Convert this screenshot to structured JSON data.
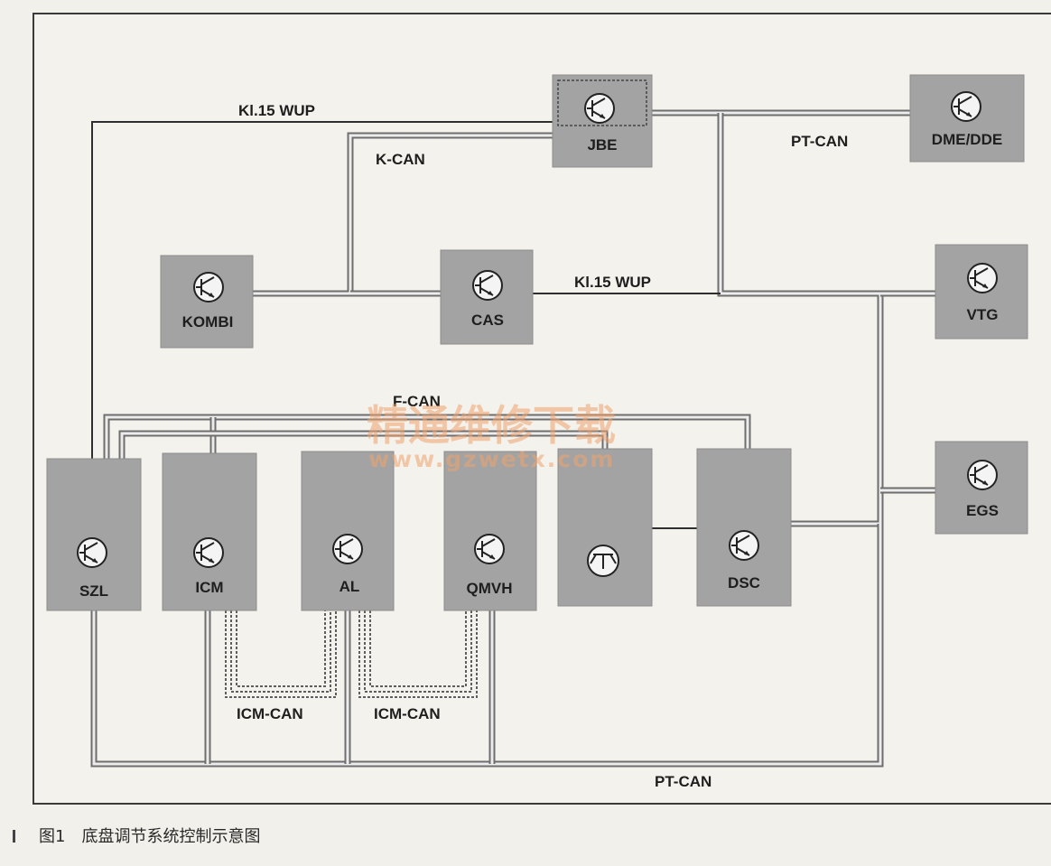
{
  "ecus": {
    "jbe": "JBE",
    "dme": "DME/DDE",
    "kombi": "KOMBI",
    "cas": "CAS",
    "vtg": "VTG",
    "egs": "EGS",
    "szl": "SZL",
    "icm": "ICM",
    "al": "AL",
    "qmvh": "QMVH",
    "dsc": "DSC"
  },
  "buses": {
    "kl15_top": "Kl.15 WUP",
    "kcan": "K-CAN",
    "ptcan_top": "PT-CAN",
    "kl15_mid": "Kl.15 WUP",
    "fcan": "F-CAN",
    "icmcan_left": "ICM-CAN",
    "icmcan_right": "ICM-CAN",
    "ptcan_bottom": "PT-CAN"
  },
  "watermark": {
    "title": "精通维修下载",
    "url": "www.gzwetx.com"
  },
  "caption": {
    "figure": "图1",
    "text": "底盘调节系统控制示意图"
  }
}
